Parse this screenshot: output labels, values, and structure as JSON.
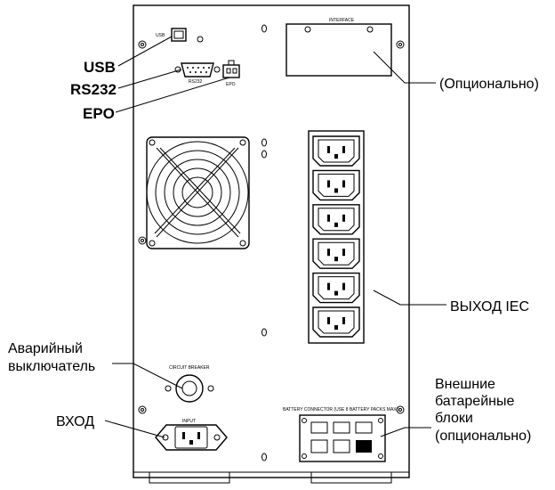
{
  "panel": {
    "usb_port_label": "USB",
    "rs232_port_label": "RS232",
    "epo_port_label": "EPO",
    "interface_slot_label": "INTERFACE",
    "circuit_breaker_label": "CIRCUIT BREAKER",
    "input_label": "INPUT",
    "battery_connector_label": "BATTERY CONNECTOR (USE 8 BATTERY PACKS MAX.)",
    "outlet_count": 6
  },
  "callouts": {
    "usb": "USB",
    "rs232": "RS232",
    "epo": "EPO",
    "optional": "(Опционально)",
    "iec_output": "ВЫХОД IEC",
    "emergency_switch": [
      "Аварийный",
      "выключатель"
    ],
    "input": "ВХОД",
    "external_batteries": [
      "Внешние",
      "батарейные",
      "блоки",
      "(опционально)"
    ]
  }
}
